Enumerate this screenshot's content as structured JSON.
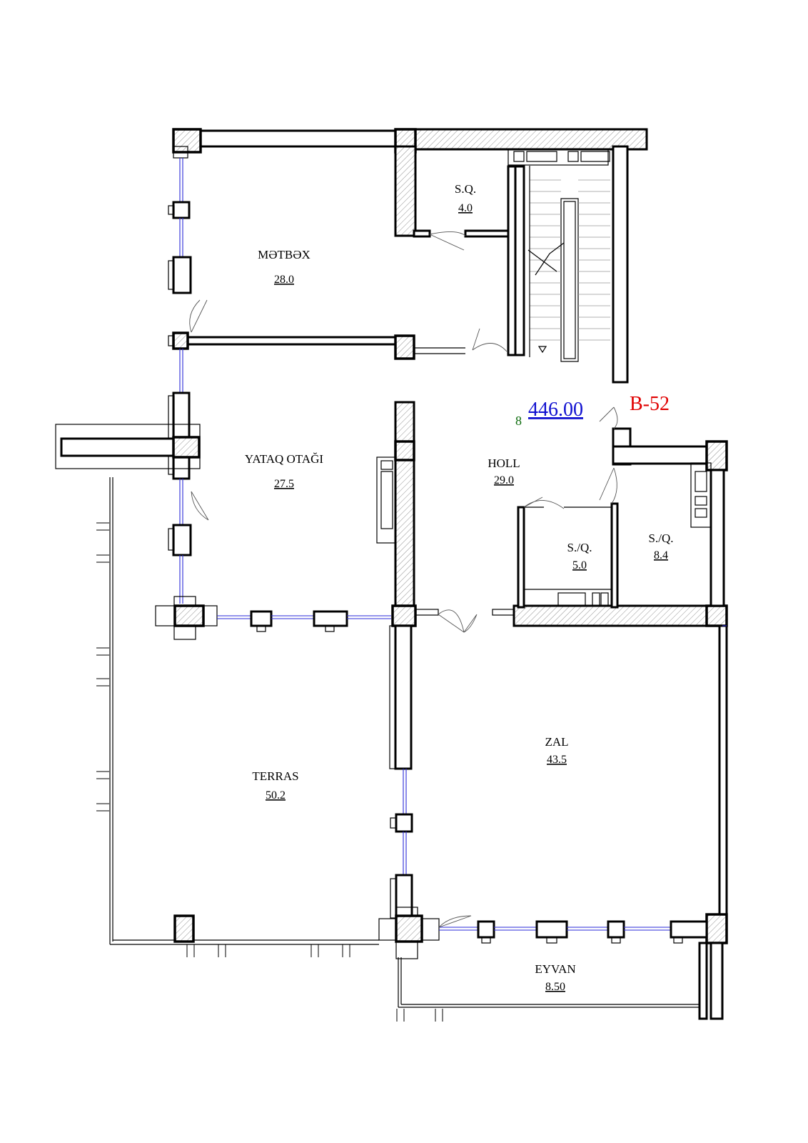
{
  "plan": {
    "elevation": "446.00",
    "floor_index": "8",
    "block": "B-52",
    "rooms": [
      {
        "name": "MƏTBƏX",
        "area": "28.0"
      },
      {
        "name": "S.Q.",
        "area": "4.0"
      },
      {
        "name": "YATAQ OTAĞI",
        "area": "27.5"
      },
      {
        "name": "HOLL",
        "area": "29.0"
      },
      {
        "name": "S./Q.",
        "area": "5.0"
      },
      {
        "name": "S./Q.",
        "area": "8.4"
      },
      {
        "name": "ZAL",
        "area": "43.5"
      },
      {
        "name": "TERRAS",
        "area": "50.2"
      },
      {
        "name": "EYVAN",
        "area": "8.50"
      }
    ]
  }
}
